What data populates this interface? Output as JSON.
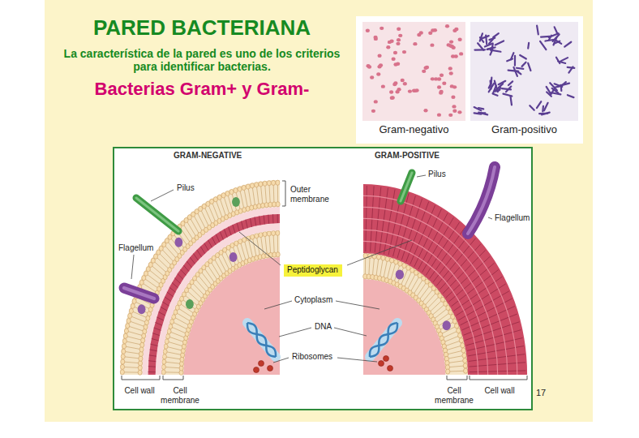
{
  "diagram": {
    "title": "PARED BACTERIANA",
    "nodes": [
      {
        "text": [
          "Peptidoglycan"
        ]
      }
    ],
    "labels": [
      "La característica de la pared es uno de los criterios para identificar bacterias.",
      "Bacterias Gram+ y Gram-",
      "Gram-negativo",
      "Gram-positivo",
      "GRAM-NEGATIVE",
      "GRAM-POSITIVE",
      "Pilus",
      "Outer membrane",
      "Flagellum",
      "Cytoplasm",
      "DNA",
      "Ribosomes",
      "Pilus",
      "Flagellum",
      "Cell wall",
      "Cell membrane",
      "Cell membrane",
      "Cell wall",
      "17"
    ]
  }
}
